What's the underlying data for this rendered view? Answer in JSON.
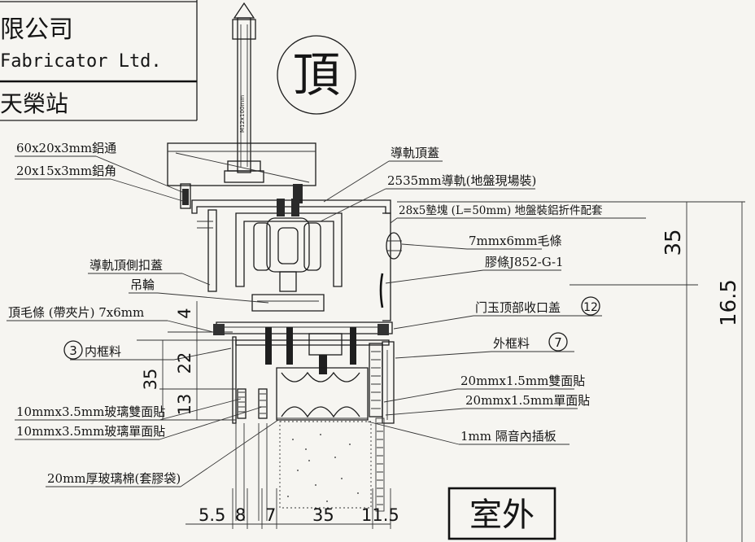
{
  "title_block": {
    "company_cn": "限公司",
    "company_en": "Fabricator Ltd.",
    "station": "天榮站"
  },
  "section_mark": "頂",
  "outside_mark": "室外",
  "labels": {
    "alu_tube": "60x20x3mm鋁通",
    "alu_angle": "20x15x3mm鋁角",
    "rail_top_cover": "導軌頂蓋",
    "rail_2535": "2535mm導軌(地盤現場裝)",
    "spacer_block": "28x5墊塊 (L=50mm) 地盤裝鋁折件配套",
    "brush_7x6": "7mmx6mm毛條",
    "gasket_j852": "膠條J852-G-1",
    "rail_side_cover": "導軌頂側扣蓋",
    "hanging_wheel": "吊輪",
    "top_brush": "頂毛條 (帶夾片) 7x6mm",
    "door_cap": "门玉顶部收口盖",
    "door_cap_no": "12",
    "inner_frame": "内框料",
    "inner_frame_no": "3",
    "outer_frame": "外框料",
    "outer_frame_no": "7",
    "tape_double_20": "20mmx1.5mm雙面貼",
    "tape_single_20": "20mmx1.5mm單面貼",
    "glass_tape_double": "10mmx3.5mm玻璃雙面貼",
    "glass_tape_single": "10mmx3.5mm玻璃單面貼",
    "insert_panel": "1mm 隔音內插板",
    "glass_wool": "20mm厚玻璃棉(套膠袋)"
  },
  "dimensions": {
    "d4": "4",
    "d22": "22",
    "d35_left": "35",
    "d13": "13",
    "d55": "5.5",
    "d8": "8",
    "d7": "7",
    "d35_bottom": "35",
    "d115": "11.5",
    "d35_right": "35",
    "d165": "16.5"
  },
  "bolt_text": "M12x100mm"
}
